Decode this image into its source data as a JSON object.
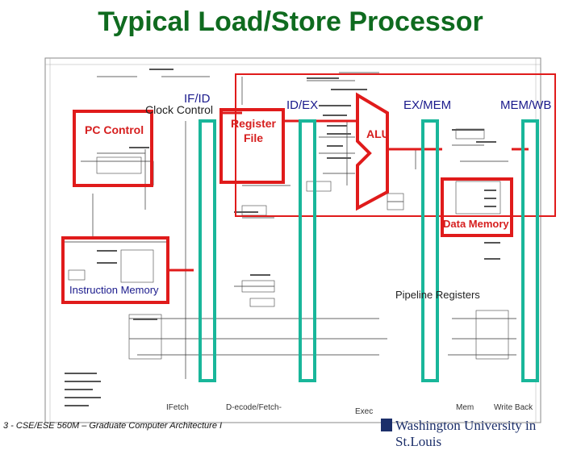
{
  "title": "Typical Load/Store Processor",
  "labels": {
    "if_id": "IF/ID",
    "clock_control": "Clock Control",
    "id_ex": "ID/EX",
    "ex_mem": "EX/MEM",
    "mem_wb": "MEM/WB",
    "pc_control": "PC Control",
    "register_file": "Register File",
    "alu": "ALU",
    "data_memory": "Data Memory",
    "instruction_memory": "Instruction Memory",
    "pipeline_registers": "Pipeline Registers"
  },
  "stage_labels": {
    "ifetch": "IFetch",
    "decode": "D-ecode/Fetch-",
    "exec": "Exec",
    "mem": "Mem",
    "writeback": "Write Back"
  },
  "footer": {
    "left": "3 - CSE/ESE 560M – Graduate Computer Architecture I",
    "right": "Washington University in St.Louis"
  },
  "colors": {
    "title": "#0f6b1f",
    "highlight_box": "#e01b1b",
    "pipeline_register": "#19b69a",
    "footer_text": "#1c2f6a"
  }
}
